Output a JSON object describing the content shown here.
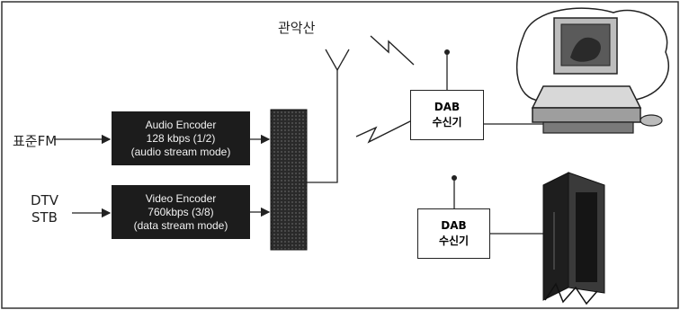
{
  "inputs": {
    "fm_label": "표준FM",
    "dtv_line1": "DTV",
    "dtv_line2": "STB"
  },
  "audio_encoder": {
    "line1": "Audio Encoder",
    "line2": "128 kbps (1/2)",
    "line3": "(audio stream mode)"
  },
  "video_encoder": {
    "line1": "Video Encoder",
    "line2": "760kbps (3/8)",
    "line3": "(data stream mode)"
  },
  "antenna_label": "관악산",
  "receivers": [
    {
      "line1": "DAB",
      "line2": "수신기"
    },
    {
      "line1": "DAB",
      "line2": "수신기"
    }
  ],
  "icons": [
    "computer-clipart-icon",
    "speaker-clipart-icon",
    "lightning-icon",
    "antenna-icon"
  ],
  "colors": {
    "block": "#1c1c1c",
    "line": "#222222"
  }
}
